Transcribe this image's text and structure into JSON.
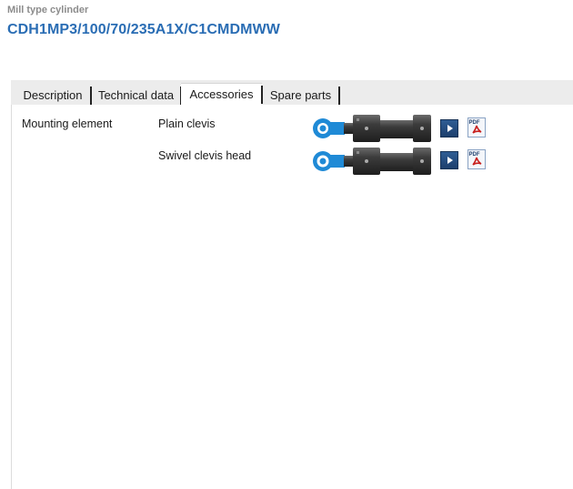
{
  "header": {
    "subtitle": "Mill type cylinder",
    "title": "CDH1MP3/100/70/235A1X/C1CMDMWW"
  },
  "tabs": [
    {
      "label": "Description",
      "active": false
    },
    {
      "label": "Technical data",
      "active": false
    },
    {
      "label": "Accessories",
      "active": true
    },
    {
      "label": "Spare parts",
      "active": false
    }
  ],
  "accessories": {
    "category_label": "Mounting element",
    "items": [
      {
        "name": "Plain clevis",
        "image_icon": "cylinder-plain-clevis-icon",
        "actions": [
          "play-icon",
          "pdf-icon"
        ]
      },
      {
        "name": "Swivel clevis head",
        "image_icon": "cylinder-swivel-clevis-icon",
        "actions": [
          "play-icon",
          "pdf-icon"
        ]
      }
    ]
  },
  "colors": {
    "title": "#2a6db4",
    "subtitle": "#8c8c8c",
    "accent_blue": "#1f8ad6",
    "button_dark_blue": "#1d3f6d",
    "pdf_red": "#c8201e"
  }
}
